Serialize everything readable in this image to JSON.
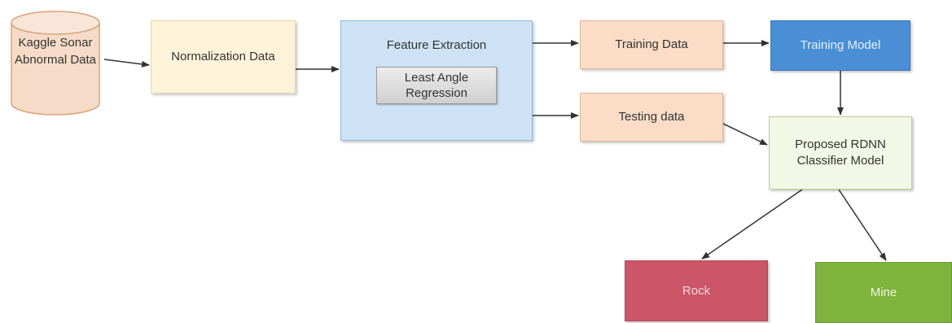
{
  "nodes": {
    "source": "Kaggle Sonar Abnormal Data",
    "normalization": "Normalization Data",
    "feature_extraction": "Feature Extraction",
    "least_angle_regression": "Least Angle Regression",
    "training_data": "Training Data",
    "testing_data": "Testing data",
    "training_model": "Training Model",
    "classifier": "Proposed RDNN Classifier Model",
    "rock": "Rock",
    "mine": "Mine"
  },
  "colors": {
    "source_fill": "#f6dcc8",
    "normalization_fill": "#fdf3d8",
    "feature_fill": "#cde3f5",
    "training_data_fill": "#fbdcc6",
    "training_model_fill": "#4a8fd6",
    "classifier_fill": "#f2f8e6",
    "rock_fill": "#cc5567",
    "mine_fill": "#7fb33e",
    "arrow": "#333333"
  }
}
